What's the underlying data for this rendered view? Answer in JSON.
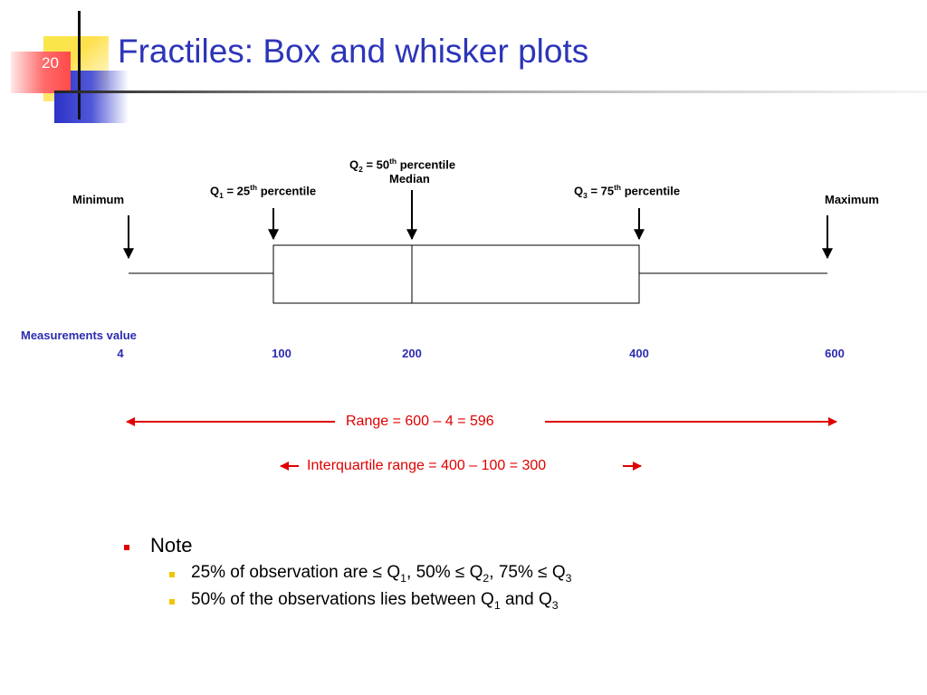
{
  "slide": {
    "number": "20",
    "title": "Fractiles: Box and whisker plots"
  },
  "diagram": {
    "minimum_label": "Minimum",
    "maximum_label": "Maximum",
    "q1_label": {
      "name": "Q",
      "sub": "1",
      "middle": " = 25",
      "sup": "th",
      "end": " percentile"
    },
    "q2_label": {
      "name": "Q",
      "sub": "2",
      "middle": " = 50",
      "sup": "th",
      "end": " percentile"
    },
    "median_label": "Median",
    "q3_label": {
      "name": "Q",
      "sub": "3",
      "middle": " = 75",
      "sup": "th",
      "end": " percentile"
    },
    "axis_title": "Measurements value",
    "ticks": [
      "4",
      "100",
      "200",
      "400",
      "600"
    ],
    "range_text": "Range = 600 – 4 = 596",
    "iqr_text": "Interquartile range = 400 – 100 = 300"
  },
  "notes": {
    "heading": "Note",
    "item1": {
      "a": "25% of observation are ≤ Q",
      "s1": "1",
      "b": ", 50% ≤ Q",
      "s2": "2",
      "c": ", 75% ≤ Q",
      "s3": "3"
    },
    "item2": {
      "a": "50% of the observations lies between Q",
      "s1": "1",
      "b": " and Q",
      "s2": "3"
    }
  },
  "colors": {
    "title": "#2c35b8",
    "axis_text": "#2c2cb0",
    "range_red": "#e00000"
  }
}
